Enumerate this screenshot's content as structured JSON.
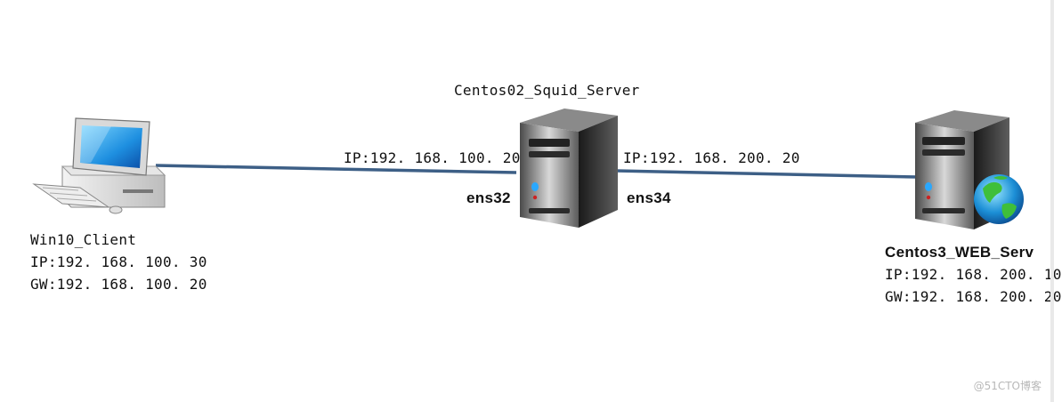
{
  "diagram": {
    "client": {
      "name": "Win10_Client",
      "ip": "IP:192. 168. 100. 30",
      "gw": "GW:192. 168. 100. 20"
    },
    "squid": {
      "name": "Centos02_Squid_Server",
      "left_ip": "IP:192. 168. 100. 20",
      "right_ip": "IP:192. 168. 200. 20",
      "left_iface": "ens32",
      "right_iface": "ens34"
    },
    "web": {
      "name": "Centos3_WEB_Serv",
      "ip": "IP:192. 168. 200. 10",
      "gw": "GW:192. 168. 200. 20"
    },
    "link_color": "#3d5f86",
    "watermark": "@51CTO博客"
  },
  "icons": [
    "desktop-computer-icon",
    "tower-server-icon",
    "web-server-globe-icon"
  ]
}
